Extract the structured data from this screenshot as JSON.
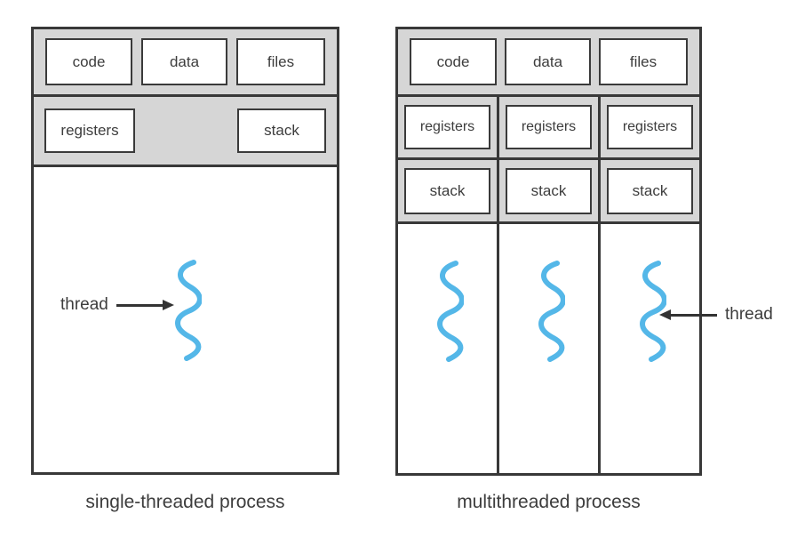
{
  "colors": {
    "band_grey": "#d6d6d6",
    "border_dark": "#383838",
    "text": "#3d3d3d",
    "thread_blue": "#54b7e8",
    "background": "#ffffff"
  },
  "left_process": {
    "caption": "single-threaded process",
    "memory_boxes": [
      "code",
      "data",
      "files"
    ],
    "registers_label": "registers",
    "stack_label": "stack",
    "thread_label": "thread"
  },
  "right_process": {
    "caption": "multithreaded process",
    "memory_boxes": [
      "code",
      "data",
      "files"
    ],
    "columns": [
      {
        "registers_label": "registers",
        "stack_label": "stack"
      },
      {
        "registers_label": "registers",
        "stack_label": "stack"
      },
      {
        "registers_label": "registers",
        "stack_label": "stack"
      }
    ],
    "thread_label": "thread"
  }
}
